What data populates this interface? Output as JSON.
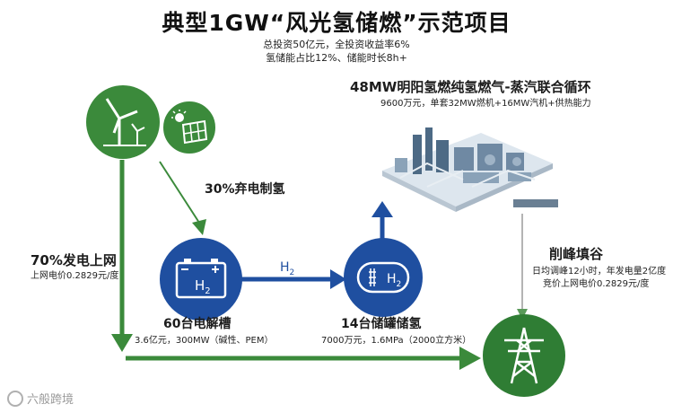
{
  "title": "典型1GW“风光氢储燃”示范项目",
  "subtitle_lines": [
    "总投资50亿元，全投资收益率6%",
    "氢储能占比12%、储能时长8h+"
  ],
  "plant": {
    "title": "48MW明阳氢燃纯氢燃气-蒸汽联合循环",
    "detail": "9600万元，单套32MW燃机+16MW汽机+供热能力"
  },
  "curtail": {
    "label": "30%弃电制氢"
  },
  "grid_supply": {
    "label": "70%发电上网",
    "price": "上网电价0.2829元/度"
  },
  "electrolyzer": {
    "symbol_main": "H",
    "symbol_sub": "2",
    "label": "60台电解槽",
    "detail": "3.6亿元，300MW（碱性、PEM）"
  },
  "h2_flow": {
    "main": "H",
    "sub": "2"
  },
  "storage": {
    "symbol_main": "H",
    "symbol_sub": "2",
    "label": "14台储罐储氢",
    "detail": "7000万元，1.6MPa（2000立方米）"
  },
  "peak": {
    "label": "削峰填谷",
    "detail_lines": [
      "日均调峰12小时，年发电量2亿度",
      "竞价上网电价0.2829元/度"
    ]
  },
  "watermark": "六般跨境",
  "colors": {
    "green": "#3b8a3b",
    "blue": "#1f4fa0",
    "dark_green": "#2f7d34"
  },
  "icons": [
    "wind-turbine-icon",
    "solar-panel-icon",
    "battery-icon",
    "hydrogen-tank-icon",
    "power-tower-icon"
  ]
}
